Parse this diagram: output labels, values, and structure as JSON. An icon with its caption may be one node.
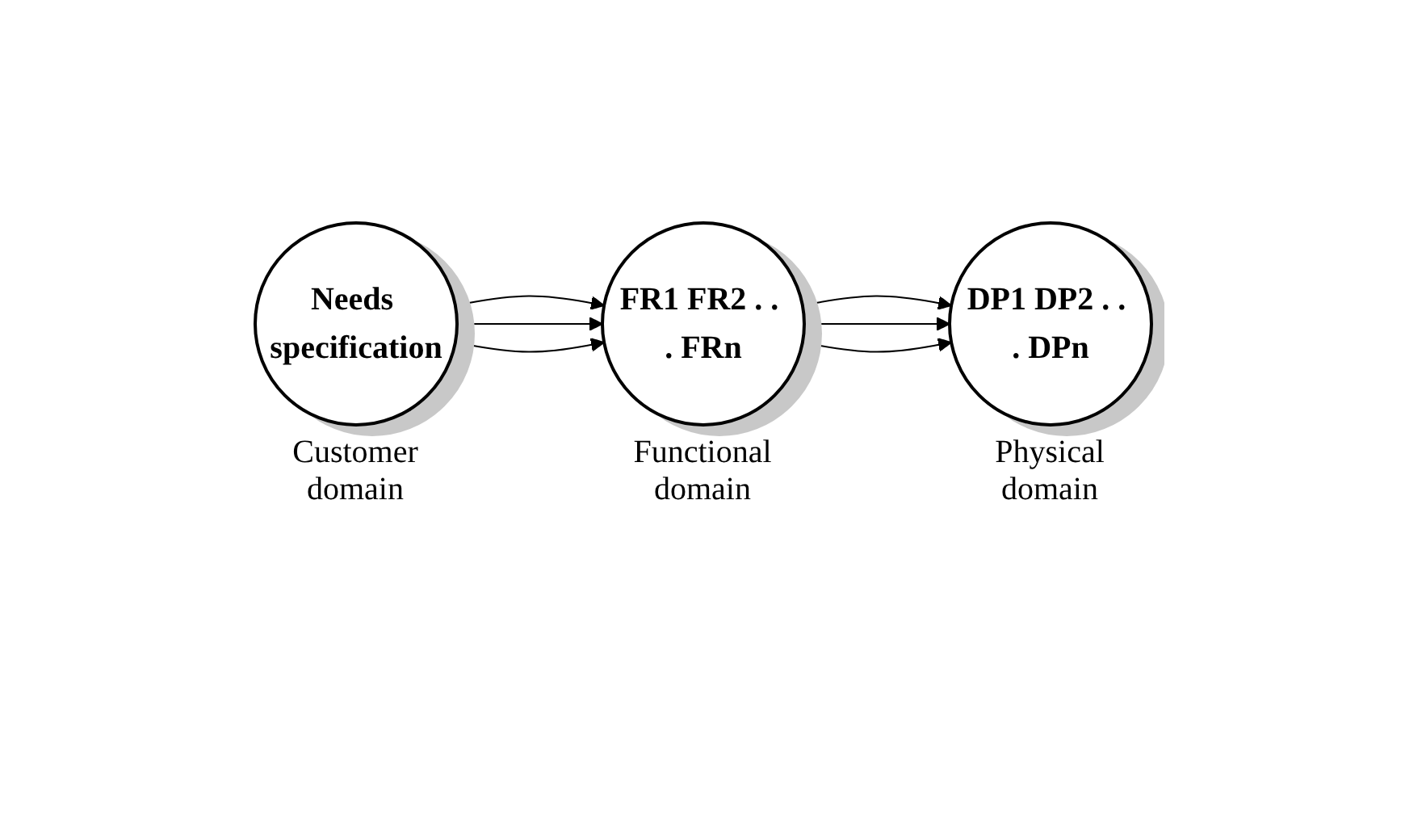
{
  "diagram": {
    "nodes": [
      {
        "text": [
          "Needs specification"
        ],
        "beside": [
          "Customer domain"
        ]
      },
      {
        "text": [
          "FR1 FR2 . . . FRn"
        ],
        "beside": [
          "Functional domain"
        ]
      },
      {
        "text": [
          "DP1 DP2 . . . DPn"
        ],
        "beside": [
          "Physical domain"
        ]
      }
    ],
    "edges": [
      {
        "from": 0,
        "to": 1,
        "arrow": "to"
      },
      {
        "from": 0,
        "to": 1,
        "arrow": "to"
      },
      {
        "from": 0,
        "to": 1,
        "arrow": "to"
      },
      {
        "from": 1,
        "to": 2,
        "arrow": "to"
      },
      {
        "from": 1,
        "to": 2,
        "arrow": "to"
      },
      {
        "from": 1,
        "to": 2,
        "arrow": "to"
      }
    ]
  }
}
